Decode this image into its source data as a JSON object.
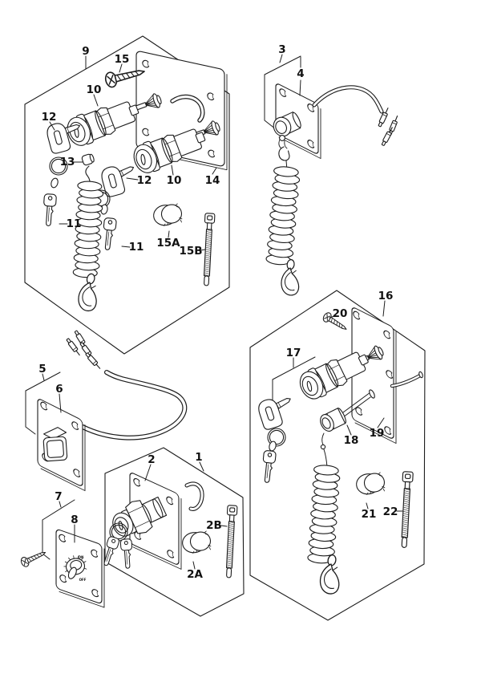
{
  "diagram": {
    "type": "exploded-parts-diagram",
    "subject": "Outboard motor ignition / panel switch assemblies",
    "colors": {
      "background": "#ffffff",
      "line": "#1c1c1c",
      "text": "#111111"
    },
    "labels": [
      {
        "part": "9",
        "text": "9"
      },
      {
        "part": "15",
        "text": "15"
      },
      {
        "part": "10",
        "text": "10"
      },
      {
        "part": "12",
        "text": "12"
      },
      {
        "part": "13",
        "text": "13"
      },
      {
        "part": "12",
        "text": "12"
      },
      {
        "part": "10",
        "text": "10"
      },
      {
        "part": "14",
        "text": "14"
      },
      {
        "part": "11",
        "text": "11"
      },
      {
        "part": "11",
        "text": "11"
      },
      {
        "part": "15A",
        "text": "15A"
      },
      {
        "part": "15B",
        "text": "15B"
      },
      {
        "part": "3",
        "text": "3"
      },
      {
        "part": "4",
        "text": "4"
      },
      {
        "part": "16",
        "text": "16"
      },
      {
        "part": "20",
        "text": "20"
      },
      {
        "part": "17",
        "text": "17"
      },
      {
        "part": "18",
        "text": "18"
      },
      {
        "part": "19",
        "text": "19"
      },
      {
        "part": "5",
        "text": "5"
      },
      {
        "part": "6",
        "text": "6"
      },
      {
        "part": "2",
        "text": "2"
      },
      {
        "part": "1",
        "text": "1"
      },
      {
        "part": "2B",
        "text": "2B"
      },
      {
        "part": "2A",
        "text": "2A"
      },
      {
        "part": "7",
        "text": "7"
      },
      {
        "part": "8",
        "text": "8"
      },
      {
        "part": "21",
        "text": "21"
      },
      {
        "part": "22",
        "text": "22"
      }
    ],
    "knob_markings": {
      "on": "ON",
      "off": "OFF"
    }
  }
}
